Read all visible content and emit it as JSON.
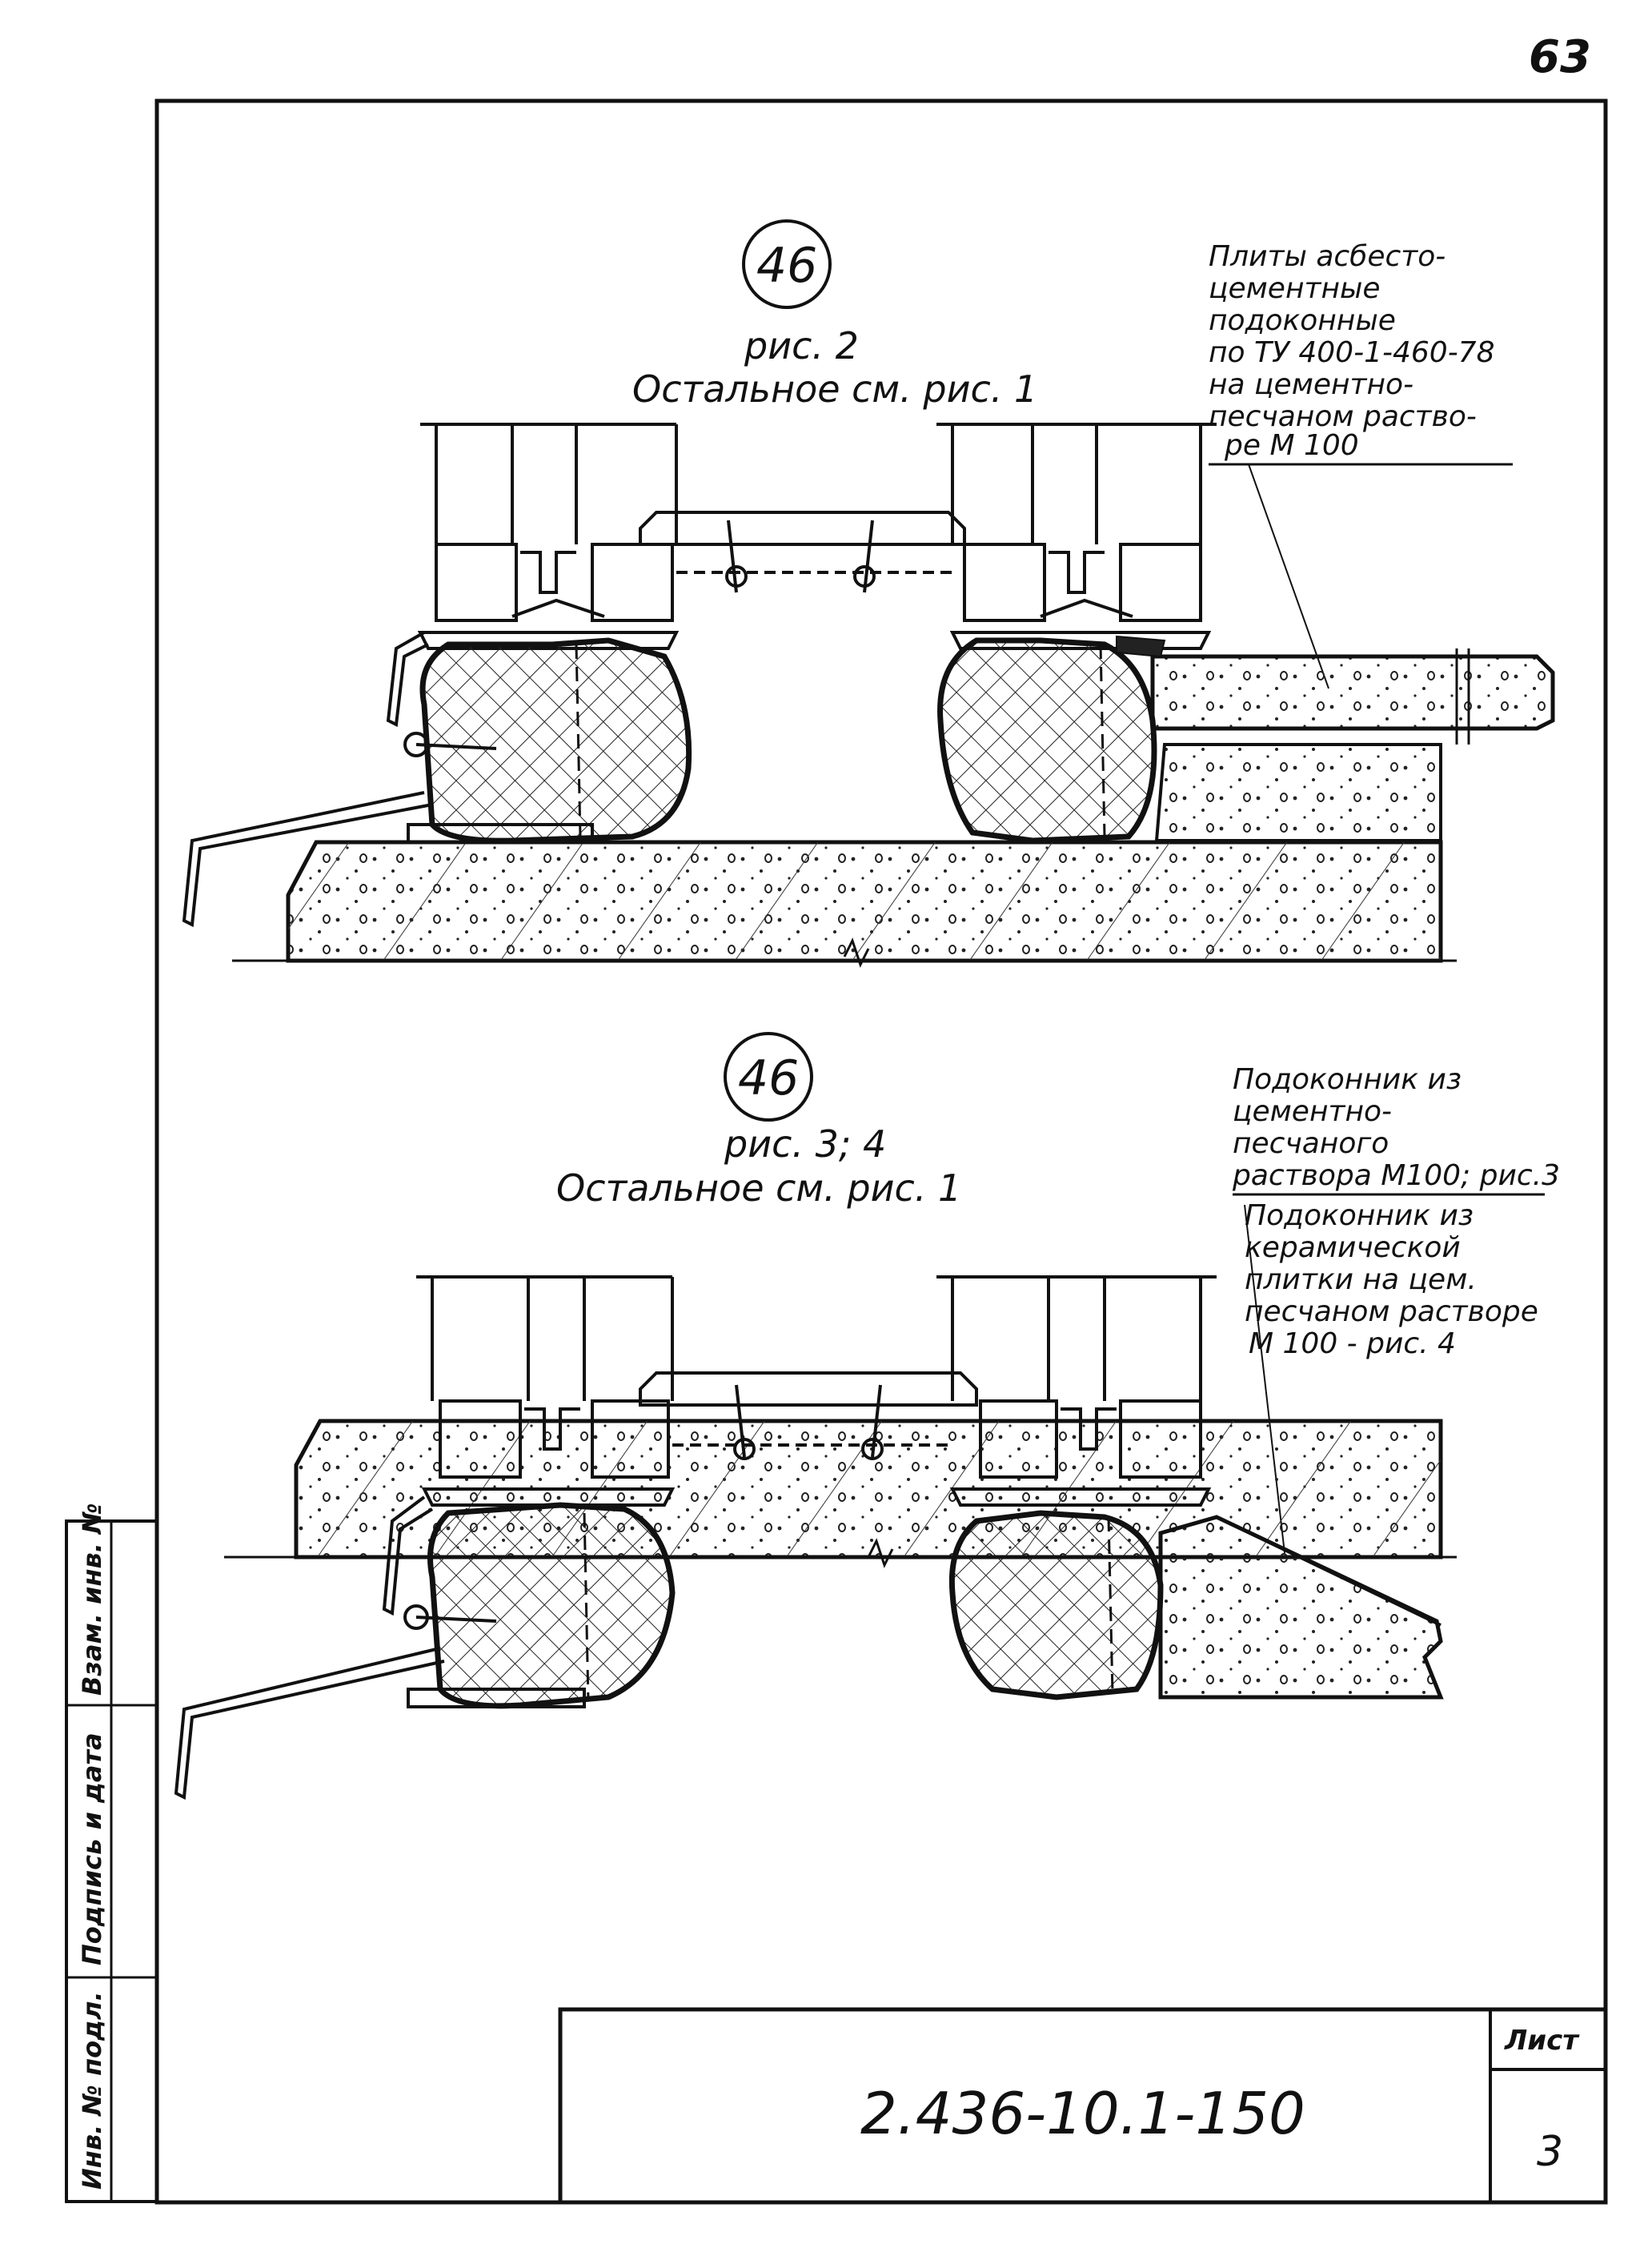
{
  "page_number": "63",
  "detail_1": {
    "marker": "46",
    "figure_ref": "рис. 2",
    "rest_note": "Остальное см. рис. 1",
    "callout": [
      "Плиты асбесто-",
      "цементные",
      "подоконные",
      "по ТУ 400-1-460-78",
      "на цементно-",
      "песчаном раство-",
      "ре   М 100"
    ]
  },
  "detail_2": {
    "marker": "46",
    "figure_ref": "рис. 3; 4",
    "rest_note": "Остальное   см. рис. 1",
    "callout_a": [
      "Подоконник из",
      "цементно-",
      "песчаного",
      "раствора М100; рис.3"
    ],
    "callout_b": [
      "Подоконник из",
      "керамической",
      "плитки на цем.",
      "песчаном растворе",
      "М 100 - рис. 4"
    ]
  },
  "side_stamp": [
    "Инв. № подл.",
    "Подпись и дата",
    "Взам. инв. №"
  ],
  "title_block": {
    "code": "2.436-10.1-150",
    "sheet_label": "Лист",
    "sheet_number": "3"
  }
}
